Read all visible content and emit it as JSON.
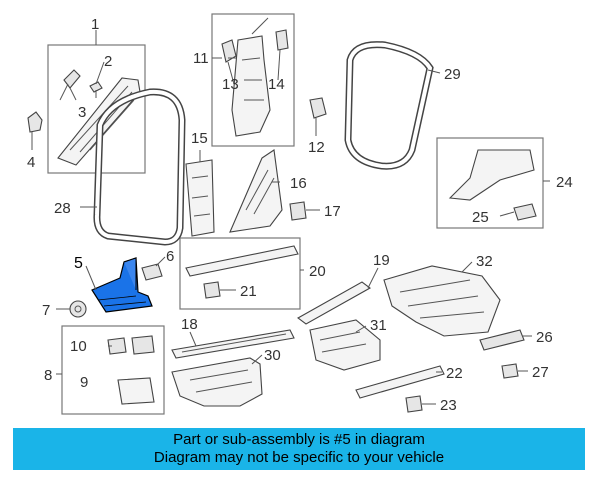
{
  "banner": {
    "line1": "Part or sub-assembly is #5 in diagram",
    "line2": "Diagram may not be specific to your vehicle"
  },
  "highlight_color": "#1a73e8",
  "banner_color": "#1ab4e8",
  "callouts": {
    "c1": "1",
    "c2": "2",
    "c3": "3",
    "c4": "4",
    "c5": "5",
    "c6": "6",
    "c7": "7",
    "c8": "8",
    "c9": "9",
    "c10": "10",
    "c11": "11",
    "c12": "12",
    "c13": "13",
    "c14": "14",
    "c15": "15",
    "c16": "16",
    "c17": "17",
    "c18": "18",
    "c19": "19",
    "c20": "20",
    "c21": "21",
    "c22": "22",
    "c23": "23",
    "c24": "24",
    "c25": "25",
    "c26": "26",
    "c27": "27",
    "c28": "28",
    "c29": "29",
    "c30": "30",
    "c31": "31",
    "c32": "32"
  }
}
